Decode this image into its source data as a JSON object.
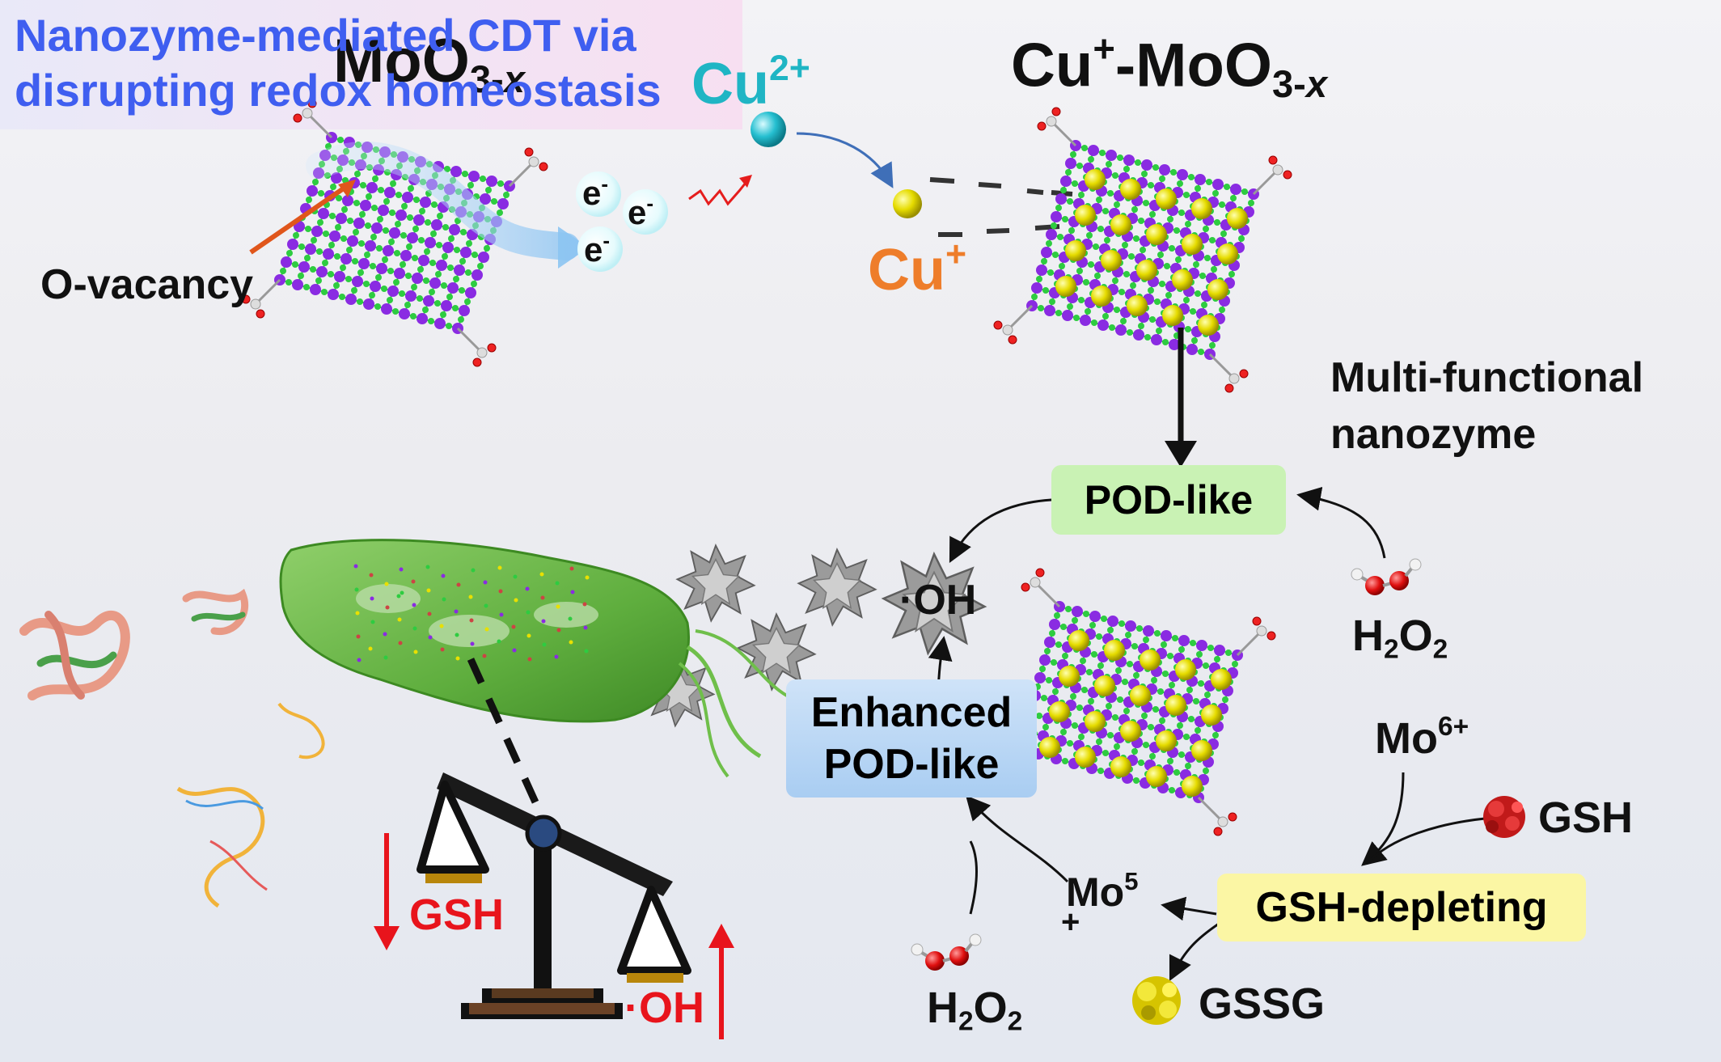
{
  "title_left": {
    "base": "MoO",
    "sub": "3-",
    "sub_italic": "x"
  },
  "title_right": {
    "prefix": "Cu",
    "prefix_sup": "+",
    "base": "-MoO",
    "sub": "3-",
    "sub_italic": "x"
  },
  "cu2": {
    "base": "Cu",
    "sup": "2+"
  },
  "cu1": {
    "base": "Cu",
    "sup": "+"
  },
  "electron": {
    "base": "e",
    "sup": "-"
  },
  "o_vacancy": "O-vacancy",
  "cdt_box": {
    "line1": "Nanozyme-mediated CDT via",
    "line2": "disrupting redox  homeostasis"
  },
  "multi": {
    "line1": "Multi-functional",
    "line2": "nanozyme"
  },
  "pod_like": "POD-like",
  "enhanced_pod": {
    "line1": "Enhanced",
    "line2": "POD-like"
  },
  "oh_radical": {
    "dot": "·",
    "base": "OH"
  },
  "h2o2": {
    "base": "H",
    "sub1": "2",
    "mid": "O",
    "sub2": "2"
  },
  "mo6": {
    "base": "Mo",
    "sup": "6+"
  },
  "mo5": {
    "base": "Mo",
    "sup": "5",
    "plus": "+"
  },
  "gsh": "GSH",
  "gsh_depleting": "GSH-depleting",
  "gssg": "GSSG",
  "balance_gsh": "GSH",
  "balance_oh": {
    "dot": "·",
    "base": "OH"
  },
  "colors": {
    "cdt_text": "#3f5ef0",
    "cu2": "#1fb5c4",
    "cu1": "#ee7d2a",
    "red": "#e8141c",
    "pod_box": "#c9f2b4",
    "enhanced_box": "#bcd8f5",
    "gsh_box": "#fbf6a4",
    "mo_atom": "#8a2be2",
    "o_atom": "#2ecc40",
    "cu_atom": "#e8e000"
  }
}
